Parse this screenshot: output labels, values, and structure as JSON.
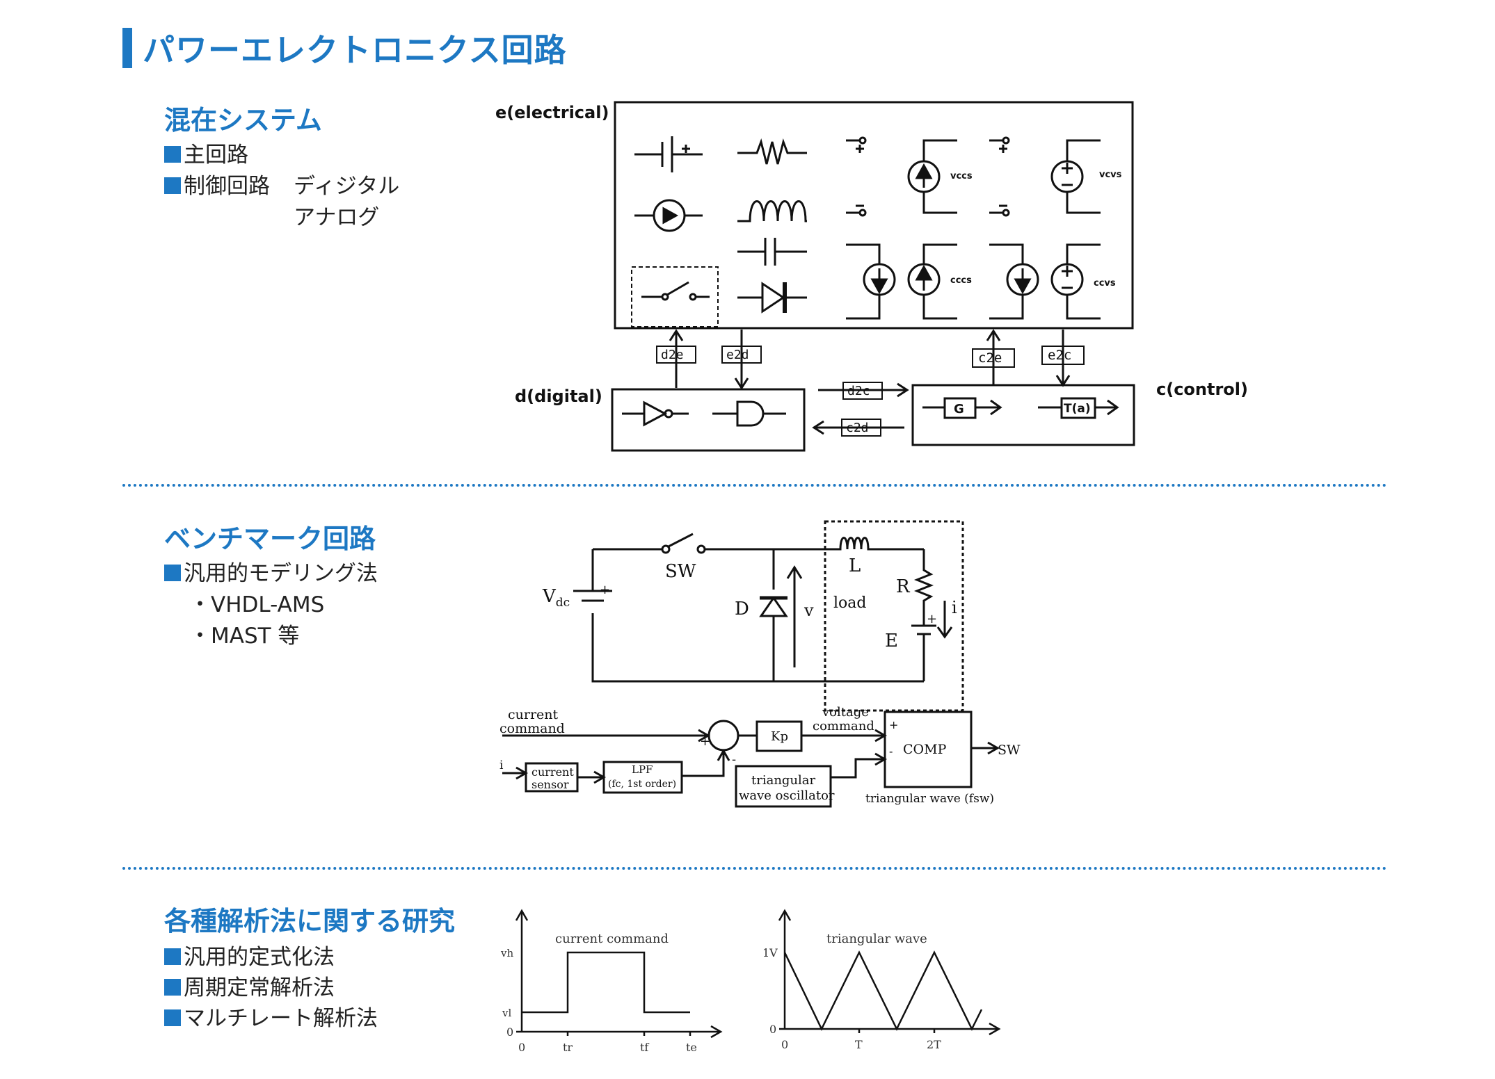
{
  "page_title": "パワーエレクトロニクス回路",
  "sections": {
    "mixed": {
      "heading": "混在システム",
      "items": [
        "主回路",
        "制御回路",
        "ディジタル",
        "アナログ"
      ]
    },
    "benchmark": {
      "heading": "ベンチマーク回路",
      "items": [
        "汎用的モデリング法",
        "・VHDL-AMS",
        "・MAST 等"
      ]
    },
    "analysis": {
      "heading": "各種解析法に関する研究",
      "items": [
        "汎用的定式化法",
        "周期定常解析法",
        "マルチレート解析法"
      ]
    }
  },
  "mixed_diagram": {
    "labels": {
      "electrical": "e(electrical)",
      "digital": "d(digital)",
      "control": "c(control)"
    },
    "sources": {
      "vccs": "vccs",
      "vcvs": "vcvs",
      "cccs": "cccs",
      "ccvs": "ccvs"
    },
    "converters": {
      "d2e": "d2e",
      "e2d": "e2d",
      "c2e": "c2e",
      "e2c": "e2c",
      "d2c": "d2c",
      "c2d": "c2d"
    },
    "blocks": {
      "gain": "G",
      "transfer": "T(a)"
    }
  },
  "benchmark_diagram": {
    "circuit": {
      "vdc": "V",
      "vdc_sub": "dc",
      "sw": "SW",
      "diode": "D",
      "voltage": "v",
      "inductor": "L",
      "resistor": "R",
      "load": "load",
      "battery": "E",
      "current": "i"
    },
    "control": {
      "current_command": [
        "current",
        "command"
      ],
      "voltage_command": [
        "voltage",
        "command"
      ],
      "kp": "Kp",
      "comp": "COMP",
      "sw_out": "SW",
      "i_in": "i",
      "sensor": [
        "current",
        "sensor"
      ],
      "lpf": [
        "LPF",
        "(fc, 1st order)"
      ],
      "oscillator": [
        "triangular",
        "wave oscillator"
      ],
      "triangular_wave_label": "triangular wave (fsw)",
      "plus": "+",
      "minus": "-"
    }
  },
  "waveforms": {
    "current_command": {
      "title": "current command",
      "y_ticks": [
        "vh",
        "vl",
        "0"
      ],
      "x_ticks": [
        "0",
        "tr",
        "tf",
        "te"
      ]
    },
    "triangular_wave": {
      "title": "triangular wave",
      "y_ticks": [
        "1V",
        "0"
      ],
      "x_ticks": [
        "0",
        "T",
        "2T"
      ]
    }
  }
}
